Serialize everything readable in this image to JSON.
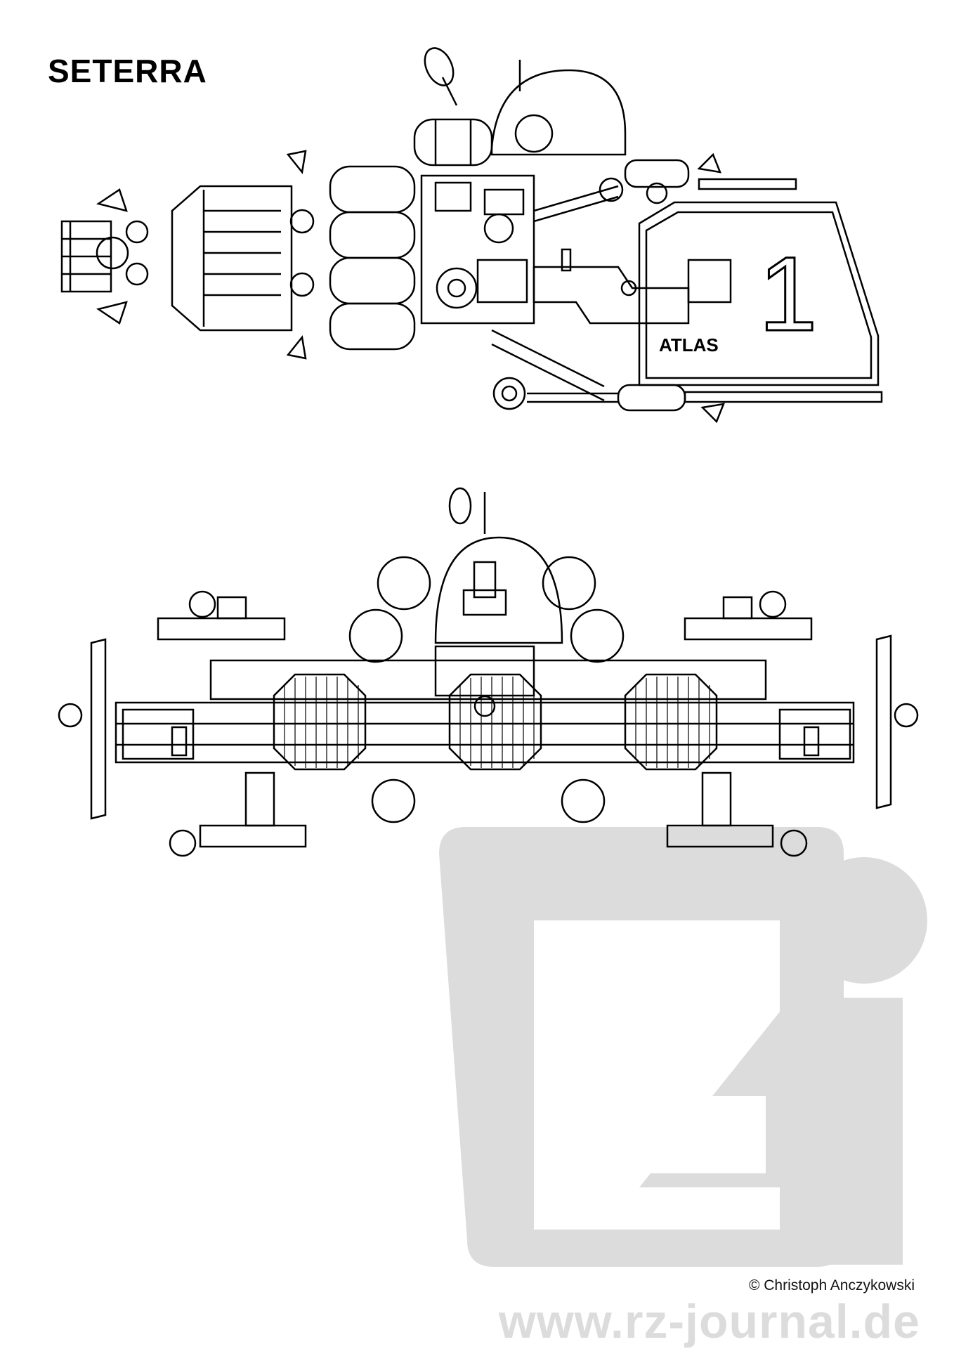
{
  "page": {
    "title": "SETERRA",
    "ship_label": "ATLAS",
    "ship_number": "1",
    "copyright": "© Christoph Anczykowski",
    "website": "www.rz-journal.de"
  },
  "colors": {
    "ink": "#000000",
    "watermark": "#dcdcdc",
    "background": "#ffffff"
  },
  "icons": {
    "logo": "rz-logo-watermark"
  }
}
